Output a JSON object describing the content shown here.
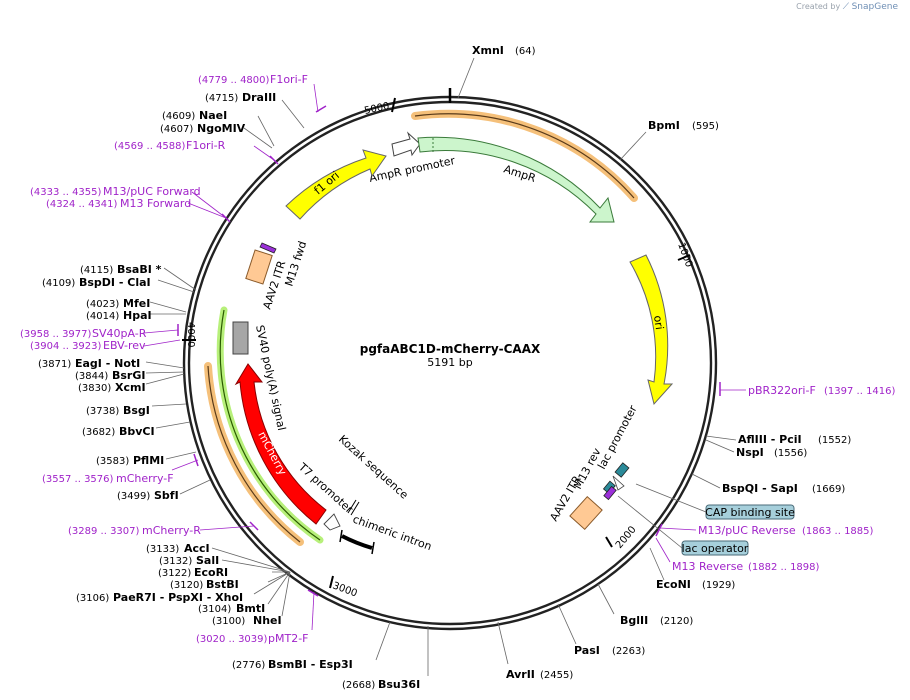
{
  "watermark": {
    "created_by": "Created by",
    "brand": "SnapGene"
  },
  "plasmid": {
    "name": "pgfaABC1D-mCherry-CAAX",
    "size_label": "5191 bp"
  },
  "ticks": [
    "1000",
    "2000",
    "3000",
    "4000",
    "5000"
  ],
  "sites": [
    {
      "name": "XmnI",
      "pos": "(64)",
      "side": "right"
    },
    {
      "name": "BpmI",
      "pos": "(595)",
      "side": "right"
    },
    {
      "name": "AflIII  - PciI",
      "pos": "(1552)",
      "side": "right"
    },
    {
      "name": "NspI",
      "pos": "(1556)",
      "side": "right"
    },
    {
      "name": "BspQI   - SapI",
      "pos": "(1669)",
      "side": "right"
    },
    {
      "name": "EcoNI",
      "pos": "(1929)",
      "side": "right"
    },
    {
      "name": "BglII",
      "pos": "(2120)",
      "side": "right"
    },
    {
      "name": "PasI",
      "pos": "(2263)",
      "side": "right"
    },
    {
      "name": "AvrII",
      "pos": "(2455)",
      "side": "right"
    },
    {
      "name": "Bsu36I",
      "pos": "(2668)",
      "side": "left"
    },
    {
      "name": "BsmBI    - Esp3I",
      "pos": "(2776)",
      "side": "left"
    },
    {
      "name": "NheI",
      "pos": "(3100)",
      "side": "left"
    },
    {
      "name": "BmtI",
      "pos": "(3104)",
      "side": "left"
    },
    {
      "name": "PaeR7I   - PspXI  - XhoI",
      "pos": "(3106)",
      "side": "left"
    },
    {
      "name": "BstBI",
      "pos": "(3120)",
      "side": "left"
    },
    {
      "name": "EcoRI",
      "pos": "(3122)",
      "side": "left"
    },
    {
      "name": "SalI",
      "pos": "(3132)",
      "side": "left"
    },
    {
      "name": "AccI",
      "pos": "(3133)",
      "side": "left"
    },
    {
      "name": "SbfI",
      "pos": "(3499)",
      "side": "left"
    },
    {
      "name": "PflMI",
      "pos": "(3583)",
      "side": "left"
    },
    {
      "name": "BbvCI",
      "pos": "(3682)",
      "side": "left"
    },
    {
      "name": "BsgI",
      "pos": "(3738)",
      "side": "left"
    },
    {
      "name": "XcmI",
      "pos": "(3830)",
      "side": "left"
    },
    {
      "name": "BsrGI",
      "pos": "(3844)",
      "side": "left"
    },
    {
      "name": "EagI   - NotI",
      "pos": "(3871)",
      "side": "left"
    },
    {
      "name": "HpaI",
      "pos": "(4014)",
      "side": "left"
    },
    {
      "name": "MfeI",
      "pos": "(4023)",
      "side": "left"
    },
    {
      "name": "BspDI   - ClaI",
      "pos": "(4109)",
      "side": "left"
    },
    {
      "name": "BsaBI  *",
      "pos": "(4115)",
      "side": "left"
    },
    {
      "name": "NgoMIV",
      "pos": "(4607)",
      "side": "left"
    },
    {
      "name": "NaeI",
      "pos": "(4609)",
      "side": "left"
    },
    {
      "name": "DraIII",
      "pos": "(4715)",
      "side": "left"
    }
  ],
  "primers": [
    {
      "name": "pBR322ori-F",
      "range": "(1397 .. 1416)",
      "side": "right"
    },
    {
      "name": "M13/pUC Reverse",
      "range": "(1863 .. 1885)",
      "side": "right"
    },
    {
      "name": "M13 Reverse",
      "range": "(1882 .. 1898)",
      "side": "right"
    },
    {
      "name": "pMT2-F",
      "range": "(3020 .. 3039)",
      "side": "left"
    },
    {
      "name": "mCherry-R",
      "range": "(3289 .. 3307)",
      "side": "left"
    },
    {
      "name": "mCherry-F",
      "range": "(3557 .. 3576)",
      "side": "left"
    },
    {
      "name": "EBV-rev",
      "range": "(3904 .. 3923)",
      "side": "left"
    },
    {
      "name": "SV40pA-R",
      "range": "(3958 .. 3977)",
      "side": "left"
    },
    {
      "name": "M13 Forward",
      "range": "(4324 .. 4341)",
      "side": "left"
    },
    {
      "name": "M13/pUC Forward",
      "range": "(4333 .. 4355)",
      "side": "left"
    },
    {
      "name": "F1ori-R",
      "range": "(4569 .. 4588)",
      "side": "left"
    },
    {
      "name": "F1ori-F",
      "range": "(4779 .. 4800)",
      "side": "left"
    }
  ],
  "features": [
    {
      "name": "AmpR promoter",
      "color": "#ffffff"
    },
    {
      "name": "AmpR",
      "color": "#ccf5cc"
    },
    {
      "name": "ori",
      "color": "#ffff00"
    },
    {
      "name": "f1 ori",
      "color": "#ffff00"
    },
    {
      "name": "lac promoter",
      "color": "#ffffff"
    },
    {
      "name": "M13 rev",
      "color": "#9b30d9"
    },
    {
      "name": "AAV2 ITR",
      "color": "#ffc994"
    },
    {
      "name": "AAV2 ITR",
      "color": "#ffc994"
    },
    {
      "name": "M13 fwd",
      "color": "#9b30d9"
    },
    {
      "name": "SV40 poly(A) signal",
      "color": "#a6a6a6"
    },
    {
      "name": "mCherry",
      "color": "#ff0000"
    },
    {
      "name": "T7 promoter",
      "color": "#ffffff"
    },
    {
      "name": "chimeric intron",
      "color": "#000000"
    },
    {
      "name": "Kozak sequence",
      "color": "#000000"
    }
  ],
  "boxes": [
    {
      "name": "CAP binding site",
      "color": "#a6cfdb"
    },
    {
      "name": "lac operator",
      "color": "#a6cfdb"
    }
  ]
}
